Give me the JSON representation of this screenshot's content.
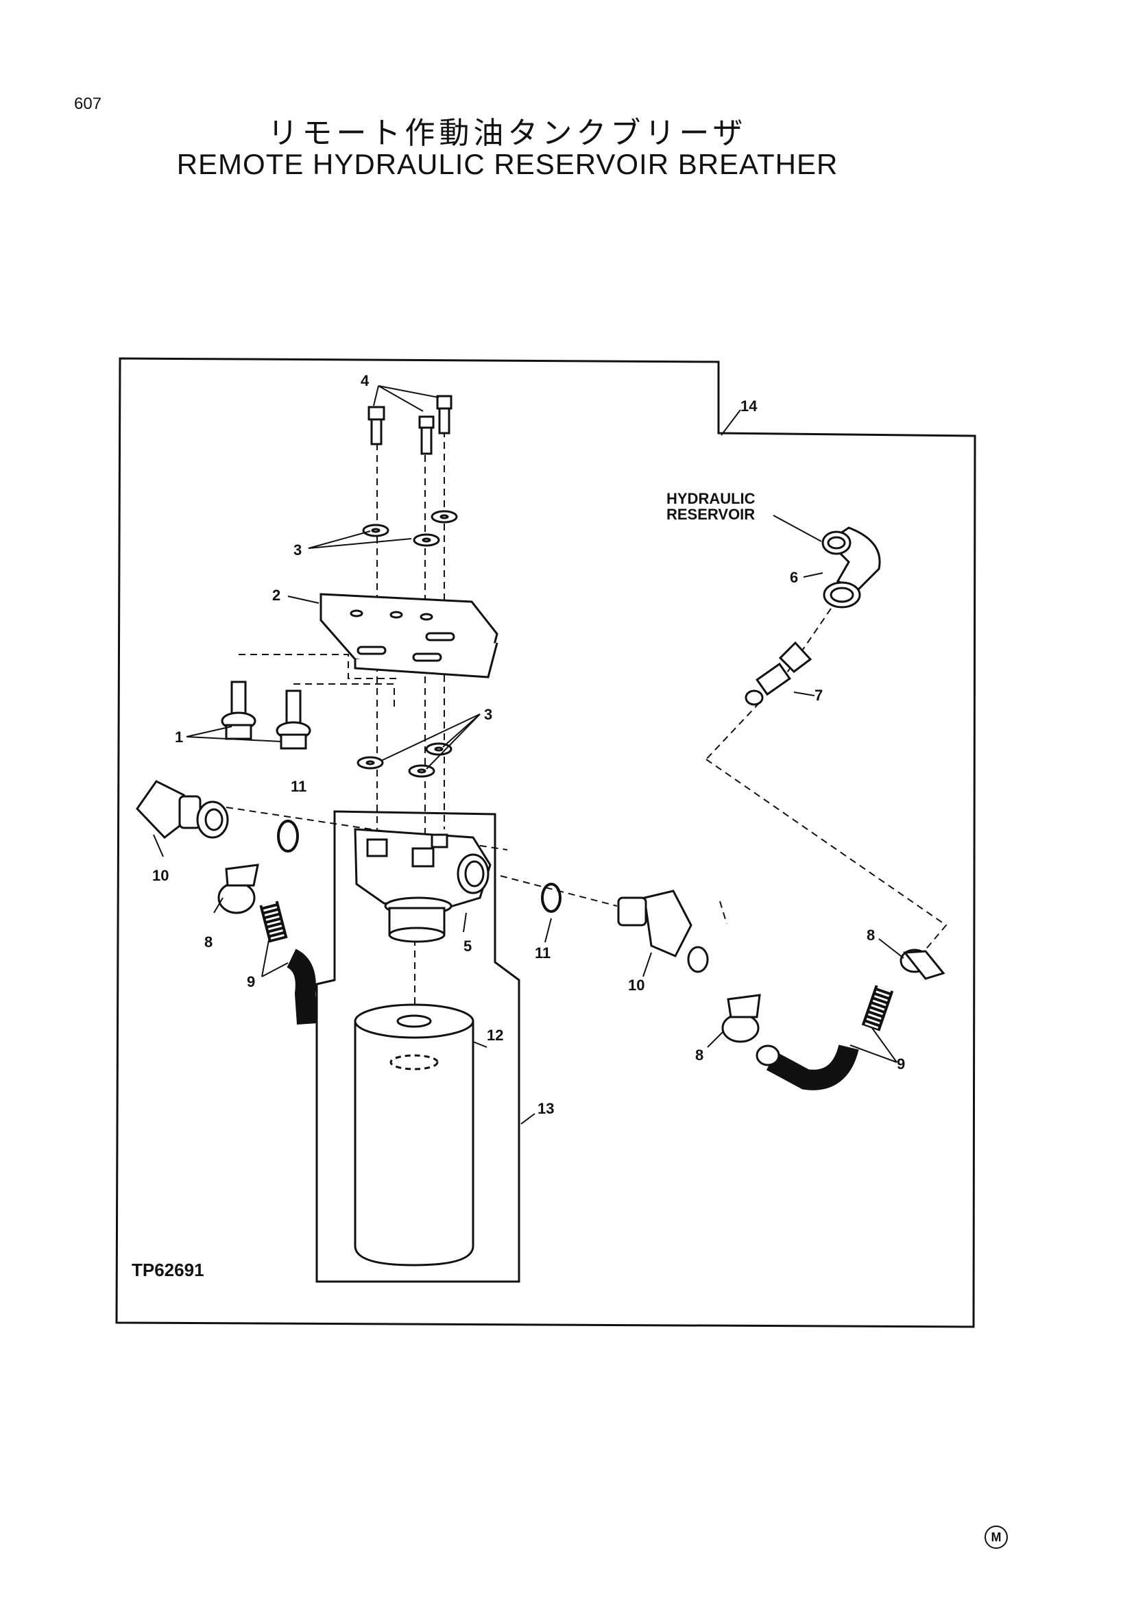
{
  "page_number": "607",
  "title_jp": "リモート作動油タンクブリーザ",
  "title_en": "REMOTE HYDRAULIC RESERVOIR BREATHER",
  "figure_code": "TP62691",
  "reference_label_line1": "HYDRAULIC",
  "reference_label_line2": "RESERVOIR",
  "callouts": {
    "c1": "1",
    "c2": "2",
    "c3a": "3",
    "c3b": "3",
    "c4": "4",
    "c5": "5",
    "c6": "6",
    "c7": "7",
    "c8a": "8",
    "c8b": "8",
    "c8c": "8",
    "c9a": "9",
    "c9b": "9",
    "c10a": "10",
    "c10b": "10",
    "c11a": "11",
    "c11b": "11",
    "c12": "12",
    "c13": "13",
    "c14": "14"
  },
  "marker": "M"
}
